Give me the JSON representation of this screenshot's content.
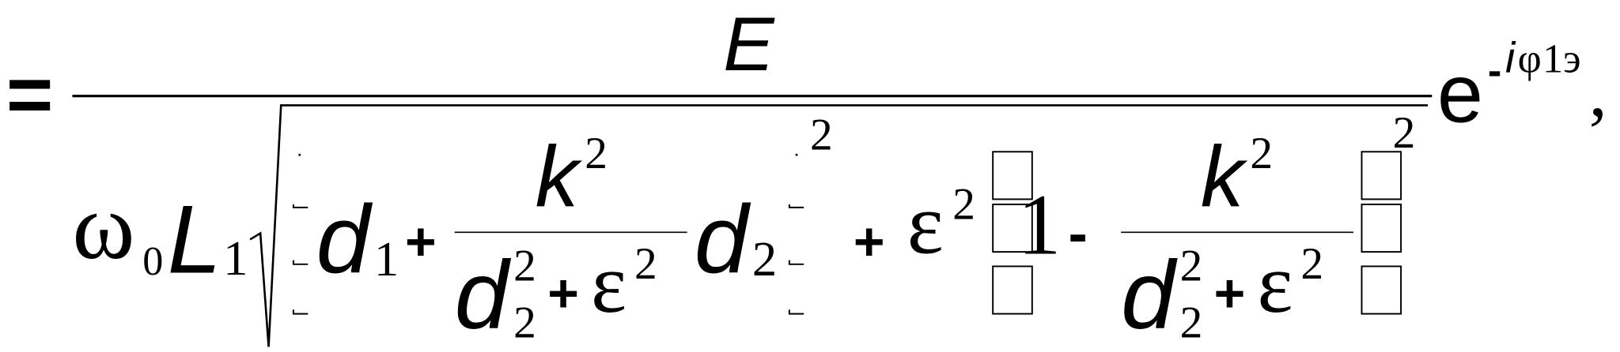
{
  "formula": {
    "equals": "=",
    "numerator": "E",
    "omega": "ω",
    "omega_sub": "0",
    "L": "L",
    "L_sub": "1",
    "term1": {
      "d": "d",
      "d_sub": "1",
      "plus": "+"
    },
    "frac1": {
      "k": "k",
      "k_sup": "2",
      "d": "d",
      "d_sub": "2",
      "d_sup": "2",
      "plus": "+",
      "eps": "ε",
      "eps_sup": "2"
    },
    "d2": {
      "d": "d",
      "d_sub": "2"
    },
    "group1_sup": "2",
    "plus2": "+",
    "eps": "ε",
    "eps_sup": "2",
    "one": "1",
    "minus": "-",
    "frac2": {
      "k": "k",
      "k_sup": "2",
      "d": "d",
      "d_sub": "2",
      "d_sup": "2",
      "plus": "+",
      "eps": "ε",
      "eps_sup": "2"
    },
    "group2_sup": "2",
    "exp_base": "e",
    "exp_minus": "-",
    "exp_i": "i",
    "exp_phi": "φ",
    "exp_rest": "1э",
    "comma": ","
  }
}
